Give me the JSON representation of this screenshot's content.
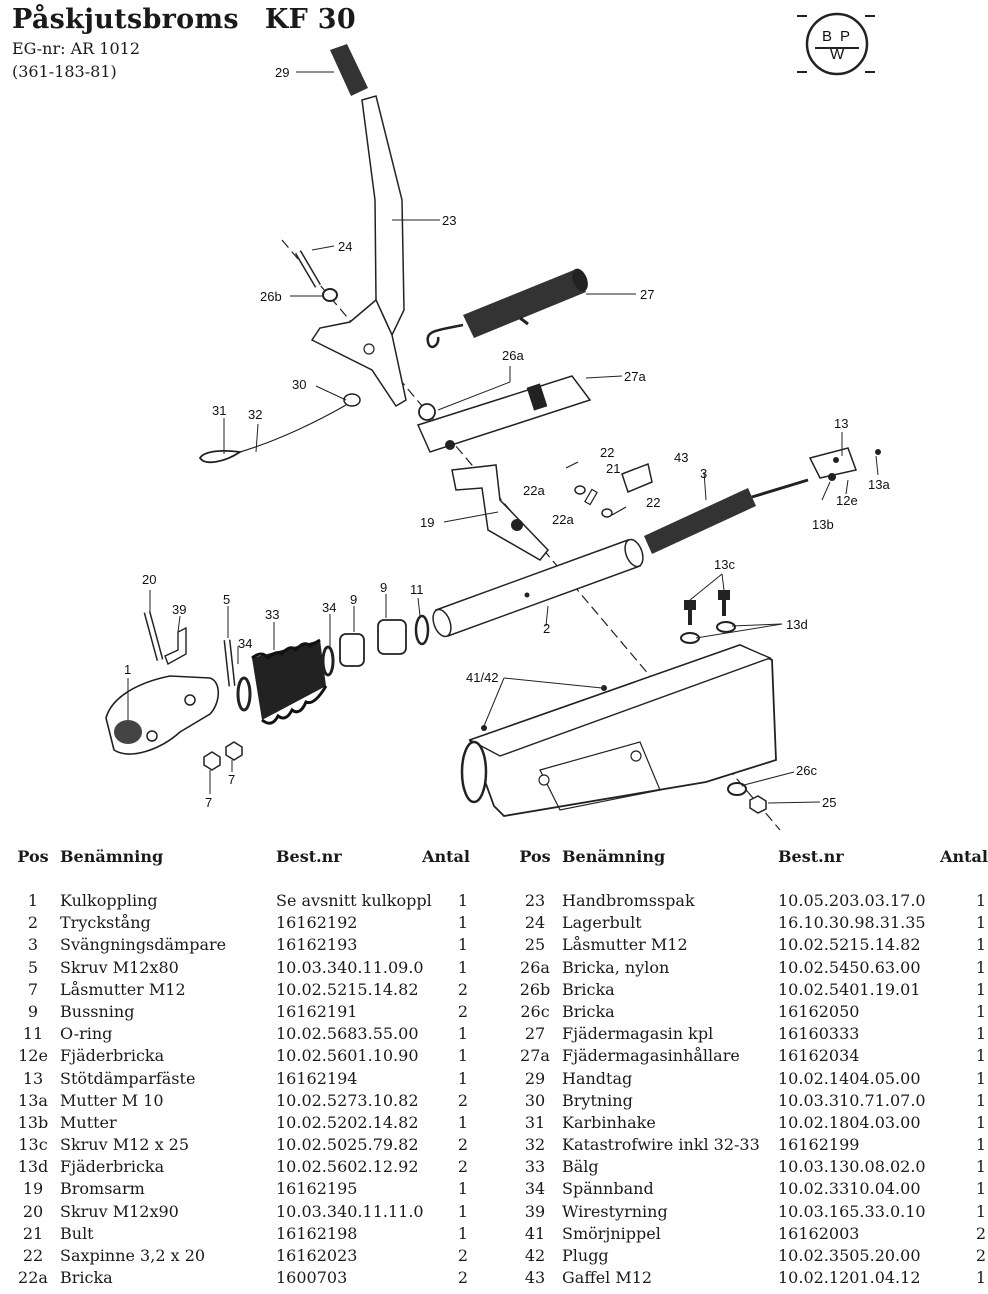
{
  "header": {
    "title": "Påskjutsbroms",
    "model": "KF 30",
    "eg_nr": "EG-nr:  AR 1012",
    "doc_nr": "(361-183-81)",
    "logo_text": "BPW"
  },
  "diagram": {
    "callouts": [
      "29",
      "23",
      "24",
      "26b",
      "27",
      "26a",
      "27a",
      "30",
      "31",
      "32",
      "13",
      "13a",
      "12e",
      "13b",
      "22",
      "21",
      "43",
      "3",
      "22a",
      "22a",
      "22",
      "19",
      "20",
      "39",
      "5",
      "33",
      "34",
      "9",
      "9",
      "11",
      "2",
      "34",
      "13c",
      "13d",
      "1",
      "41/42",
      "26c",
      "25",
      "7",
      "7"
    ]
  },
  "table_headers": {
    "pos": "Pos",
    "name": "Benämning",
    "nr": "Best.nr",
    "qty": "Antal"
  },
  "parts_left": [
    {
      "pos": "1",
      "name": "Kulkoppling",
      "nr": "Se avsnitt kulkoppl",
      "qty": "1"
    },
    {
      "pos": "2",
      "name": "Tryckstång",
      "nr": "16162192",
      "qty": "1"
    },
    {
      "pos": "3",
      "name": "Svängningsdämpare",
      "nr": "16162193",
      "qty": "1"
    },
    {
      "pos": "5",
      "name": "Skruv M12x80",
      "nr": "10.03.340.11.09.0",
      "qty": "1"
    },
    {
      "pos": "7",
      "name": "Låsmutter M12",
      "nr": "10.02.5215.14.82",
      "qty": "2"
    },
    {
      "pos": "9",
      "name": "Bussning",
      "nr": "16162191",
      "qty": "2"
    },
    {
      "pos": "11",
      "name": "O-ring",
      "nr": "10.02.5683.55.00",
      "qty": "1"
    },
    {
      "pos": "12e",
      "name": "Fjäderbricka",
      "nr": "10.02.5601.10.90",
      "qty": "1"
    },
    {
      "pos": "13",
      "name": "Stötdämparfäste",
      "nr": "16162194",
      "qty": "1"
    },
    {
      "pos": "13a",
      "name": "Mutter M 10",
      "nr": "10.02.5273.10.82",
      "qty": "2"
    },
    {
      "pos": "13b",
      "name": "Mutter",
      "nr": "10.02.5202.14.82",
      "qty": "1"
    },
    {
      "pos": "13c",
      "name": "Skruv M12 x 25",
      "nr": "10.02.5025.79.82",
      "qty": "2"
    },
    {
      "pos": "13d",
      "name": "Fjäderbricka",
      "nr": "10.02.5602.12.92",
      "qty": "2"
    },
    {
      "pos": "19",
      "name": "Bromsarm",
      "nr": "16162195",
      "qty": "1"
    },
    {
      "pos": "20",
      "name": "Skruv M12x90",
      "nr": "10.03.340.11.11.0",
      "qty": "1"
    },
    {
      "pos": "21",
      "name": "Bult",
      "nr": "16162198",
      "qty": "1"
    },
    {
      "pos": "22",
      "name": "Saxpinne 3,2 x 20",
      "nr": "16162023",
      "qty": "2"
    },
    {
      "pos": "22a",
      "name": "Bricka",
      "nr": "1600703",
      "qty": "2"
    }
  ],
  "parts_right": [
    {
      "pos": "23",
      "name": "Handbromsspak",
      "nr": "10.05.203.03.17.0",
      "qty": "1"
    },
    {
      "pos": "24",
      "name": "Lagerbult",
      "nr": "16.10.30.98.31.35",
      "qty": "1"
    },
    {
      "pos": "25",
      "name": "Låsmutter M12",
      "nr": "10.02.5215.14.82",
      "qty": "1"
    },
    {
      "pos": "26a",
      "name": "Bricka, nylon",
      "nr": "10.02.5450.63.00",
      "qty": "1"
    },
    {
      "pos": "26b",
      "name": "Bricka",
      "nr": "10.02.5401.19.01",
      "qty": "1"
    },
    {
      "pos": "26c",
      "name": "Bricka",
      "nr": "16162050",
      "qty": "1"
    },
    {
      "pos": "27",
      "name": "Fjädermagasin kpl",
      "nr": "16160333",
      "qty": "1"
    },
    {
      "pos": "27a",
      "name": "Fjädermagasinhållare",
      "nr": "16162034",
      "qty": "1"
    },
    {
      "pos": "29",
      "name": "Handtag",
      "nr": "10.02.1404.05.00",
      "qty": "1"
    },
    {
      "pos": "30",
      "name": "Brytning",
      "nr": "10.03.310.71.07.0",
      "qty": "1"
    },
    {
      "pos": "31",
      "name": "Karbinhake",
      "nr": "10.02.1804.03.00",
      "qty": "1"
    },
    {
      "pos": "32",
      "name": "Katastrofwire inkl 32-33",
      "nr": "16162199",
      "qty": "1"
    },
    {
      "pos": "33",
      "name": "Bälg",
      "nr": "10.03.130.08.02.0",
      "qty": "1"
    },
    {
      "pos": "34",
      "name": "Spännband",
      "nr": "10.02.3310.04.00",
      "qty": "1"
    },
    {
      "pos": "39",
      "name": "Wirestyrning",
      "nr": "10.03.165.33.0.10",
      "qty": "1"
    },
    {
      "pos": "41",
      "name": "Smörjnippel",
      "nr": "16162003",
      "qty": "2"
    },
    {
      "pos": "42",
      "name": "Plugg",
      "nr": "10.02.3505.20.00",
      "qty": "2"
    },
    {
      "pos": "43",
      "name": "Gaffel M12",
      "nr": "10.02.1201.04.12",
      "qty": "1"
    }
  ]
}
